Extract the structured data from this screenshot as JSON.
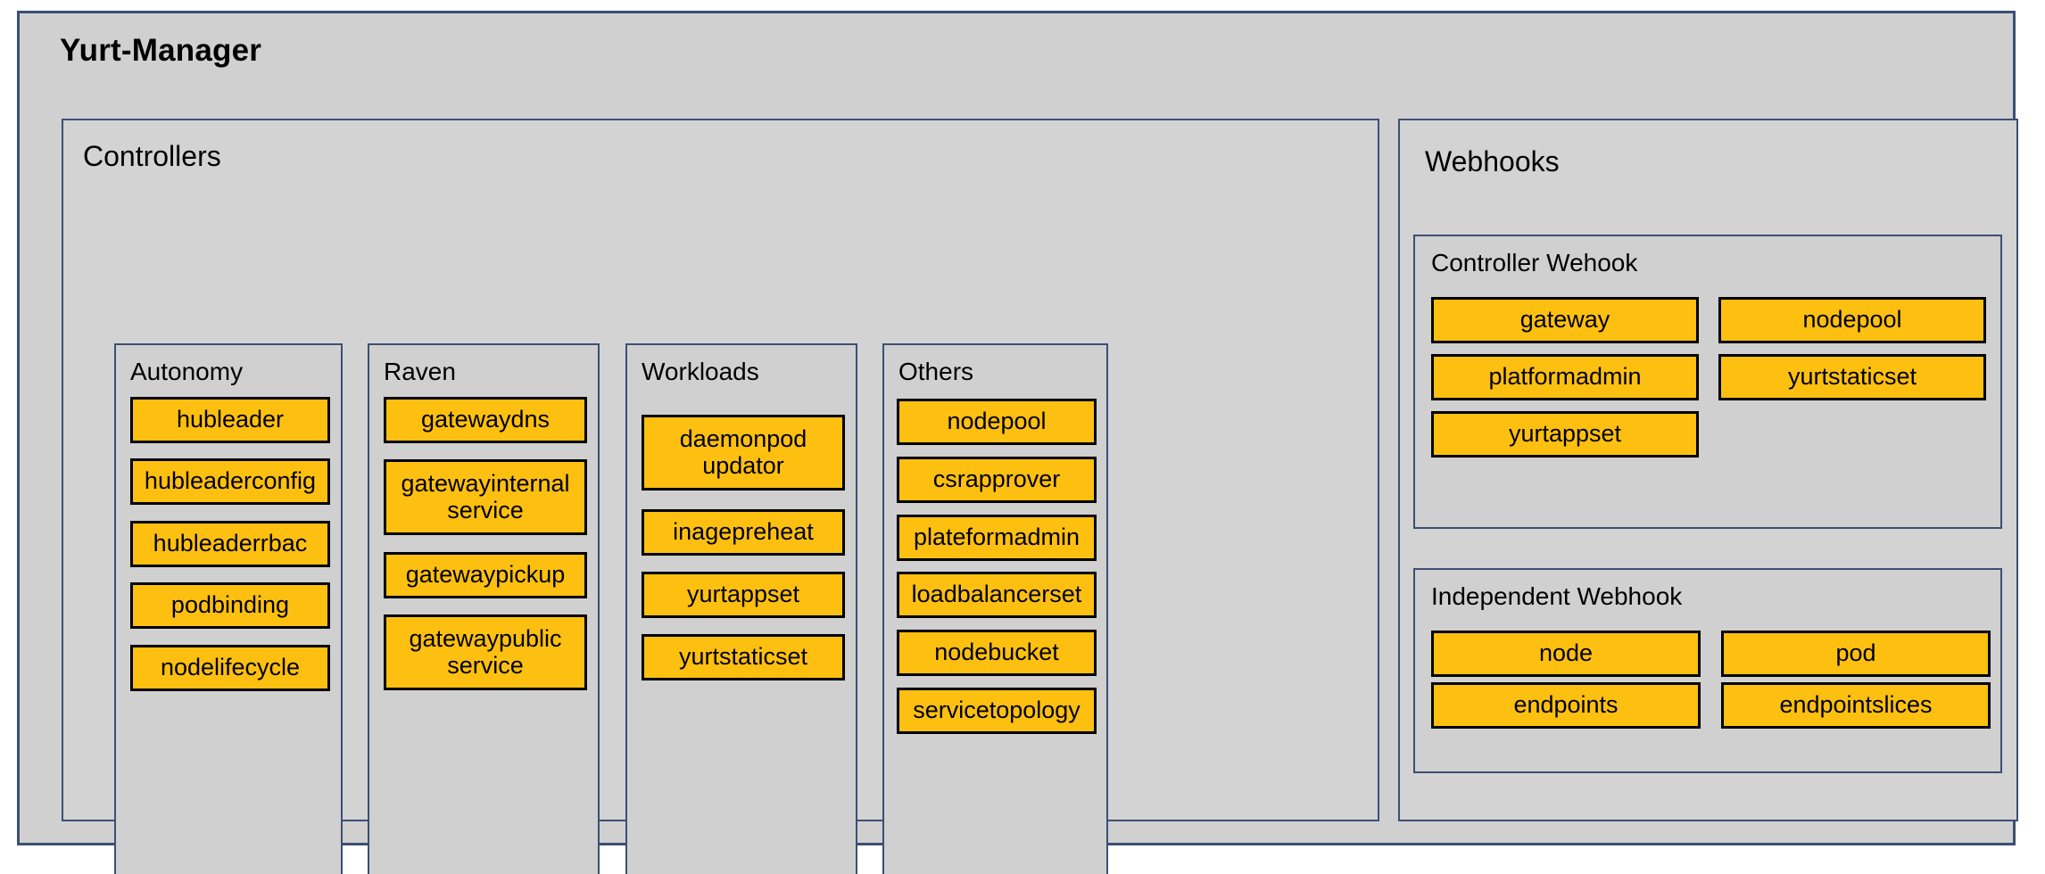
{
  "diagram": {
    "title": "Yurt-Manager",
    "accent_yellow": "#FDC010",
    "panel_border": "#3C4F74",
    "panel_fill": "#D0D0D0",
    "chip_border": "#000000"
  },
  "controllers": {
    "title": "Controllers",
    "groups": [
      {
        "name": "Autonomy",
        "items": [
          {
            "label": "hubleader"
          },
          {
            "label": "hubleaderconfig"
          },
          {
            "label": "hubleaderrbac"
          },
          {
            "label": "podbinding"
          },
          {
            "label": "nodelifecycle"
          }
        ]
      },
      {
        "name": "Raven",
        "items": [
          {
            "label": "gatewaydns"
          },
          {
            "label": "gatewayinternal\nservice"
          },
          {
            "label": "gatewaypickup"
          },
          {
            "label": "gatewaypublic\nservice"
          }
        ]
      },
      {
        "name": "Workloads",
        "items": [
          {
            "label": "daemonpod\nupdator"
          },
          {
            "label": "inagepreheat"
          },
          {
            "label": "yurtappset"
          },
          {
            "label": "yurtstaticset"
          }
        ]
      },
      {
        "name": "Others",
        "items": [
          {
            "label": "nodepool"
          },
          {
            "label": "csrapprover"
          },
          {
            "label": "plateformadmin"
          },
          {
            "label": "loadbalancerset"
          },
          {
            "label": "nodebucket"
          },
          {
            "label": "servicetopology"
          }
        ]
      }
    ]
  },
  "webhooks": {
    "title": "Webhooks",
    "groups": [
      {
        "name": "Controller Wehook",
        "items": [
          {
            "label": "gateway"
          },
          {
            "label": "nodepool"
          },
          {
            "label": "platformadmin"
          },
          {
            "label": "yurtstaticset"
          },
          {
            "label": "yurtappset"
          }
        ]
      },
      {
        "name": "Independent Webhook",
        "items": [
          {
            "label": "node"
          },
          {
            "label": "pod"
          },
          {
            "label": "endpoints"
          },
          {
            "label": "endpointslices"
          }
        ]
      }
    ]
  }
}
